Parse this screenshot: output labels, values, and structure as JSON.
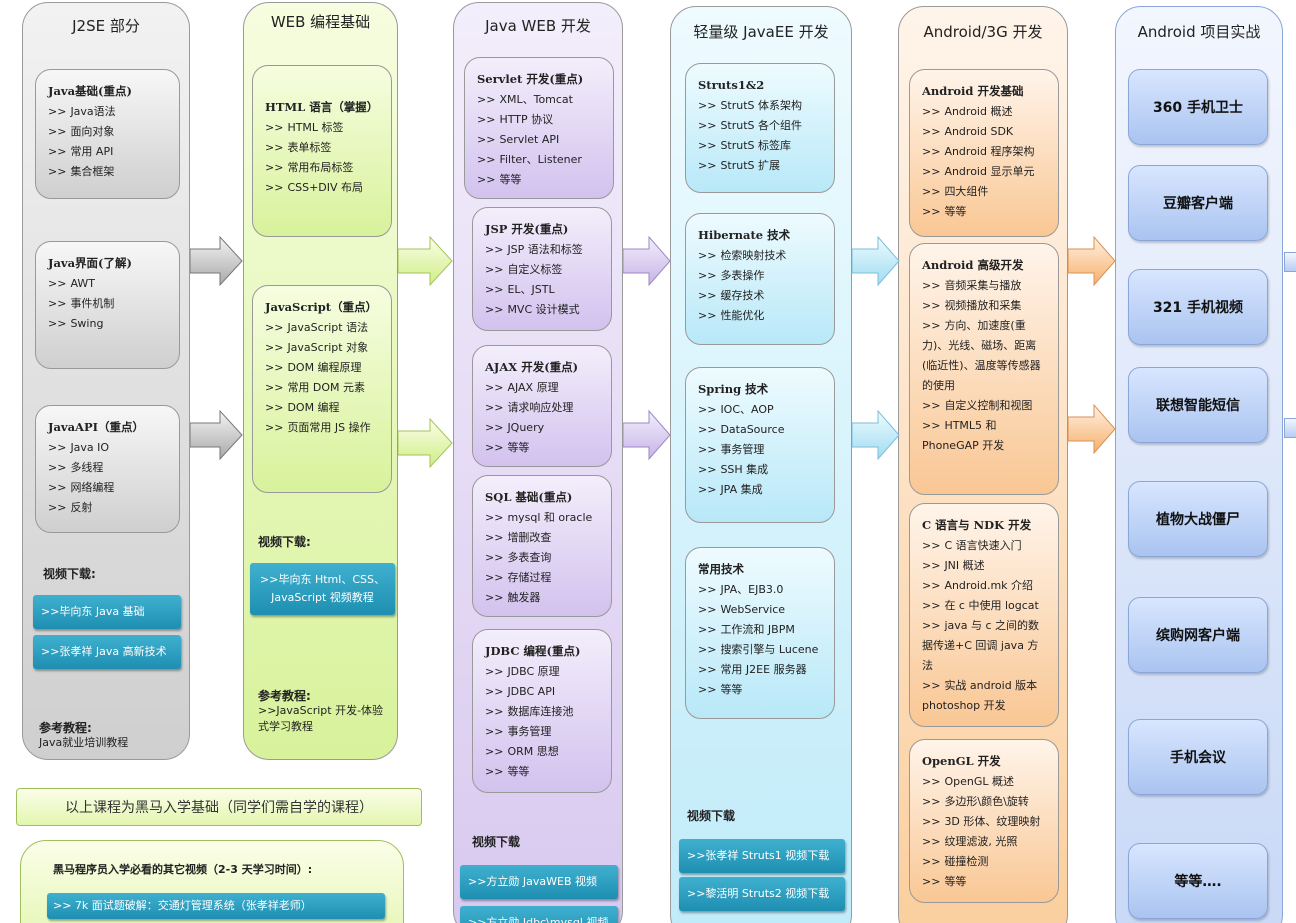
{
  "columns": {
    "j2se": {
      "title": "J2SE 部分",
      "boxes": [
        {
          "title": "Java基础(重点)",
          "items": [
            "Java语法",
            "面向对象",
            "常用 API",
            "集合框架"
          ]
        },
        {
          "title": "Java界面(了解)",
          "items": [
            "AWT",
            "事件机制",
            "Swing"
          ]
        },
        {
          "title": "JavaAPI（重点）",
          "items": [
            "Java IO",
            "多线程",
            "网络编程",
            "反射"
          ]
        }
      ],
      "video_label": "视频下载:",
      "downloads": [
        ">>毕向东 Java 基础",
        ">>张孝祥 Java 高新技术"
      ],
      "ref_label": "参考教程:",
      "ref_text": "Java就业培训教程"
    },
    "web": {
      "title": "WEB 编程基础",
      "boxes": [
        {
          "title": "HTML 语言（掌握）",
          "items": [
            "HTML 标签",
            "表单标签",
            "常用布局标签",
            "CSS+DIV 布局"
          ]
        },
        {
          "title": "JavaScript（重点）",
          "items": [
            "JavaScript 语法",
            "JavaScript 对象",
            "DOM 编程原理",
            "常用 DOM 元素",
            "DOM 编程",
            "页面常用 JS 操作"
          ]
        }
      ],
      "video_label": "视频下载:",
      "download": ">>毕向东 Html、CSS、JavaScript 视频教程",
      "ref_label": "参考教程:",
      "ref_text": ">>JavaScript 开发-体验式学习教程"
    },
    "javaweb": {
      "title": "Java WEB 开发",
      "boxes": [
        {
          "title": "Servlet 开发(重点)",
          "items": [
            "XML、Tomcat",
            "HTTP 协议",
            "Servlet API",
            "Filter、Listener",
            "等等"
          ]
        },
        {
          "title": "JSP 开发(重点)",
          "items": [
            "JSP 语法和标签",
            "自定义标签",
            "EL、JSTL",
            "MVC 设计模式"
          ]
        },
        {
          "title": "AJAX 开发(重点)",
          "items": [
            "AJAX 原理",
            "请求响应处理",
            "JQuery",
            "等等"
          ]
        },
        {
          "title": "SQL 基础(重点)",
          "items": [
            "mysql 和 oracle",
            "增删改查",
            "多表查询",
            "存储过程",
            "触发器"
          ]
        },
        {
          "title": "JDBC 编程(重点)",
          "items": [
            "JDBC 原理",
            "JDBC API",
            "数据库连接池",
            "事务管理",
            "ORM 思想",
            "等等"
          ]
        }
      ],
      "video_label": "视频下载",
      "downloads": [
        ">>方立勋 JavaWEB 视频",
        ">>方立勋 Jdbc\\mysql 视频"
      ]
    },
    "javaee": {
      "title": "轻量级 JavaEE 开发",
      "boxes": [
        {
          "title": "Struts1&2",
          "items": [
            "StrutS 体系架构",
            "StrutS 各个组件",
            "StrutS 标签库",
            "StrutS 扩展"
          ]
        },
        {
          "title": "Hibernate 技术",
          "items": [
            "检索映射技术",
            "多表操作",
            "缓存技术",
            "性能优化"
          ]
        },
        {
          "title": "Spring 技术",
          "items": [
            "IOC、AOP",
            "DataSource",
            "事务管理",
            "SSH 集成",
            "JPA 集成"
          ]
        },
        {
          "title": "常用技术",
          "items": [
            "JPA、EJB3.0",
            "WebService",
            "工作流和 JBPM",
            "搜索引擎与 Lucene",
            "常用 J2EE 服务器",
            "等等"
          ]
        }
      ],
      "video_label": "视频下载",
      "downloads": [
        ">>张孝祥 Struts1 视频下载",
        ">>黎活明 Struts2 视频下载"
      ]
    },
    "android": {
      "title": "Android/3G 开发",
      "boxes": [
        {
          "title": "Android 开发基础",
          "items": [
            "Android 概述",
            "Android SDK",
            "Android 程序架构",
            "Android 显示单元",
            "四大组件",
            "等等"
          ]
        },
        {
          "title": "Android 高级开发",
          "items": [
            "音频采集与播放",
            "视频播放和采集",
            "方向、加速度(重力)、光线、磁场、距离(临近性)、温度等传感器的使用",
            "自定义控制和视图",
            "HTML5 和 PhoneGAP 开发"
          ]
        },
        {
          "title": "C 语言与 NDK 开发",
          "items": [
            "C 语言快速入门",
            "JNI 概述",
            "Android.mk 介绍",
            "在 c 中使用 logcat",
            "java 与 c 之间的数据传递+C 回调 java 方法",
            "实战 android 版本 photoshop 开发"
          ]
        },
        {
          "title": "OpenGL 开发",
          "items": [
            "OpenGL 概述",
            "多边形\\颜色\\旋转",
            "3D 形体、纹理映射",
            "纹理滤波, 光照",
            "碰撞检测",
            "等等"
          ]
        }
      ]
    },
    "projects": {
      "title": "Android 项目实战",
      "items": [
        "360 手机卫士",
        "豆瓣客户端",
        "321 手机视频",
        "联想智能短信",
        "植物大战僵尸",
        "缤购网客户端",
        "手机会议",
        "等等…."
      ]
    }
  },
  "footer": {
    "note": "以上课程为黑马入学基础（同学们需自学的课程）",
    "other_title": "黑马程序员入学必看的其它视频（2-3 天学习时间）:",
    "other_link": ">> 7k 面试题破解：交通灯管理系统（张孝祥老师）"
  },
  "colors": {
    "j2se": "#d9d9d9",
    "web": "#e4f7b6",
    "javaweb": "#e4d9f4",
    "javaee": "#d5f2fb",
    "android": "#fde0c4",
    "projects": "#dde8fb"
  }
}
